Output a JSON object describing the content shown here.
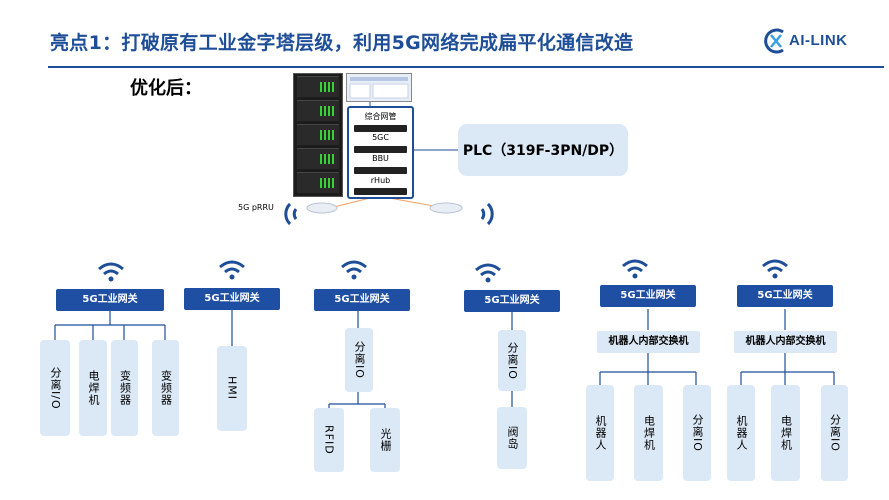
{
  "header": {
    "title": "亮点1：打破原有工业金字塔层级，利用5G网络完成扁平化通信改造",
    "logo_text": "AI-LINK",
    "subtitle": "优化后："
  },
  "core": {
    "devices": [
      "综合网管",
      "5GC",
      "BBU",
      "rHub"
    ],
    "plc": "PLC（319F-3PN/DP）",
    "prru_label": "5G pRRU"
  },
  "groups": [
    {
      "gateway": "5G工业网关",
      "leaves": [
        "分离I/O",
        "电焊机",
        "变频器",
        "变频器"
      ]
    },
    {
      "gateway": "5G工业网关",
      "leaves": [
        "HMI"
      ]
    },
    {
      "gateway": "5G工业网关",
      "middle": "分离IO",
      "leaves": [
        "RFID",
        "光栅"
      ]
    },
    {
      "gateway": "5G工业网关",
      "middle": "分离IO",
      "leaves": [
        "阀岛"
      ]
    },
    {
      "gateway": "5G工业网关",
      "switch": "机器人内部交换机",
      "leaves": [
        "机器人",
        "电焊机",
        "分离IO"
      ]
    },
    {
      "gateway": "5G工业网关",
      "switch": "机器人内部交换机",
      "leaves": [
        "机器人",
        "电焊机",
        "分离IO"
      ]
    }
  ],
  "colors": {
    "primary": "#1f4e99",
    "gateway": "#1f4fa3",
    "light_box": "#dbe8f6",
    "link": "#f0a060"
  }
}
